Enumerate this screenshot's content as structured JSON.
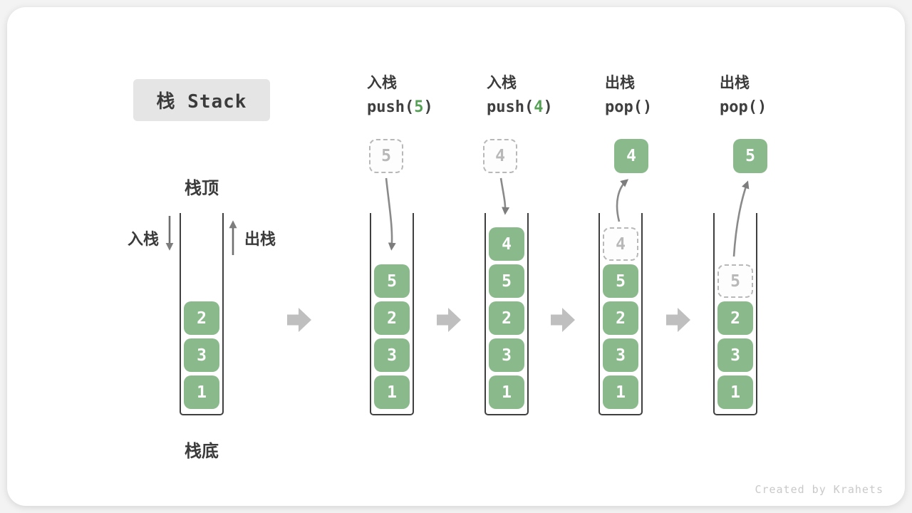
{
  "title": {
    "text": "栈 Stack"
  },
  "labels": {
    "stack_top": "栈顶",
    "stack_bottom": "栈底",
    "push_side": "入栈",
    "pop_side": "出栈"
  },
  "columns": [
    {
      "op": "入栈",
      "code_pre": "push(",
      "arg": "5",
      "code_post": ")"
    },
    {
      "op": "入栈",
      "code_pre": "push(",
      "arg": "4",
      "code_post": ")"
    },
    {
      "op": "出栈",
      "code_pre": "pop(",
      "arg": "",
      "code_post": ")"
    },
    {
      "op": "出栈",
      "code_pre": "pop(",
      "arg": "",
      "code_post": ")"
    }
  ],
  "stacks": {
    "s1": {
      "b1": "2",
      "b2": "3",
      "b3": "1"
    },
    "s2": {
      "float": "5",
      "b1": "5",
      "b2": "2",
      "b3": "3",
      "b4": "1"
    },
    "s3": {
      "float": "4",
      "b1": "4",
      "b2": "5",
      "b3": "2",
      "b4": "3",
      "b5": "1"
    },
    "s4": {
      "float": "4",
      "ghost": "4",
      "b1": "5",
      "b2": "2",
      "b3": "3",
      "b4": "1"
    },
    "s5": {
      "float": "5",
      "ghost": "5",
      "b1": "2",
      "b2": "3",
      "b3": "1"
    }
  },
  "watermark": "Created by Krahets",
  "colors": {
    "block_green": "#8aba8b",
    "code_green": "#55a055",
    "dashed_gray": "#b8b8b8",
    "curve_arrow_gray": "#7d7d7d",
    "flow_arrow_gray": "#bfbfbf",
    "wall_dark": "#3f3f3f",
    "chip_bg": "#e5e5e5"
  }
}
